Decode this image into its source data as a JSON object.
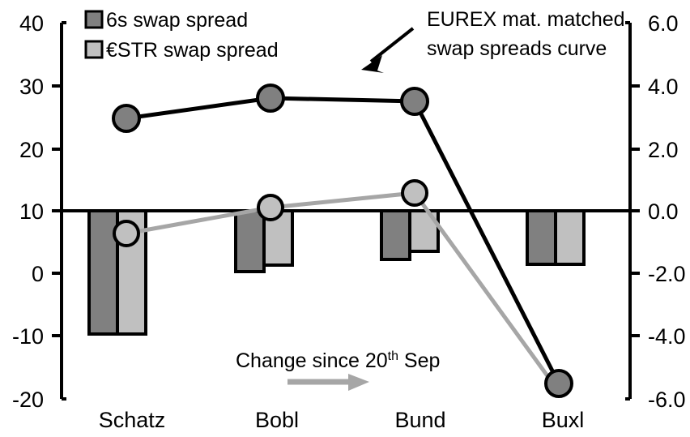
{
  "chart_data": {
    "type": "bar",
    "title": "",
    "xlabel": "",
    "categories": [
      "Schatz",
      "Bobl",
      "Bund",
      "Buxl"
    ],
    "left_axis": {
      "label": "",
      "ticks": [
        "40",
        "30",
        "20",
        "10",
        "0",
        "-10",
        "-20"
      ],
      "tick_values": [
        40,
        30,
        20,
        10,
        0,
        -10,
        -20
      ],
      "ylim": [
        -20,
        40
      ],
      "grid": false
    },
    "right_axis": {
      "label": "",
      "ticks": [
        "6.0",
        "4.0",
        "2.0",
        "0.0",
        "-2.0",
        "-4.0",
        "-6.0"
      ],
      "tick_values": [
        6.0,
        4.0,
        2.0,
        0.0,
        -2.0,
        -4.0,
        -6.0
      ],
      "ylim": [
        -6.0,
        6.0
      ],
      "grid": false
    },
    "zero_line_value": 0.0,
    "legend_position": "top-left",
    "series": [
      {
        "name": "6s swap spread",
        "type": "bar",
        "axis": "right",
        "color": "#808080",
        "edge_color": "#000000",
        "values": [
          -4.1,
          -1.95,
          -1.55,
          -1.2
        ]
      },
      {
        "name": "€STR swap spread",
        "type": "bar",
        "axis": "right",
        "color": "#c0c0c0",
        "edge_color": "#000000",
        "values": [
          -4.1,
          -1.75,
          -1.3,
          -1.2
        ]
      },
      {
        "name": "EUREX mat. matched swap spreads curve",
        "type": "line",
        "axis": "left",
        "color": "#000000",
        "marker_color": "#808080",
        "values": [
          24.7,
          27.9,
          27.3,
          -17.8
        ]
      },
      {
        "name": "EUREX mat. matched swap spreads curve (change since 20th Sep)",
        "type": "line",
        "axis": "left",
        "color": "#a6a6a6",
        "marker_color": "#c0c0c0",
        "values": [
          6.3,
          10.6,
          12.8,
          -19.0
        ]
      }
    ],
    "annotations": [
      {
        "name": "eurex-curve-annotation",
        "text_line1": "EUREX mat. matched",
        "text_line2": "swap spreads curve",
        "arrow": "down-left"
      },
      {
        "name": "change-since-annotation",
        "text_main": "Change since 20",
        "text_sup": "th",
        "text_tail": " Sep",
        "arrow": "right",
        "arrow_color": "#a6a6a6"
      }
    ]
  },
  "legend": {
    "items": [
      {
        "label": "6s swap spread",
        "color": "#808080"
      },
      {
        "label": "€STR swap spread",
        "color": "#c0c0c0"
      }
    ]
  },
  "axes": {
    "left_ticks": [
      "40",
      "30",
      "20",
      "10",
      "0",
      "-10",
      "-20"
    ],
    "right_ticks": [
      "6.0",
      "4.0",
      "2.0",
      "0.0",
      "-2.0",
      "-4.0",
      "-6.0"
    ],
    "categories": [
      "Schatz",
      "Bobl",
      "Bund",
      "Buxl"
    ]
  },
  "annotations": {
    "eurex_line1": "EUREX mat. matched",
    "eurex_line2": "swap spreads curve",
    "change_main": "Change since 20",
    "change_sup": "th",
    "change_tail": " Sep"
  },
  "colors": {
    "dark_bar": "#808080",
    "light_bar": "#c0c0c0",
    "black_line": "#000000",
    "gray_line": "#a6a6a6",
    "axis": "#000000"
  }
}
